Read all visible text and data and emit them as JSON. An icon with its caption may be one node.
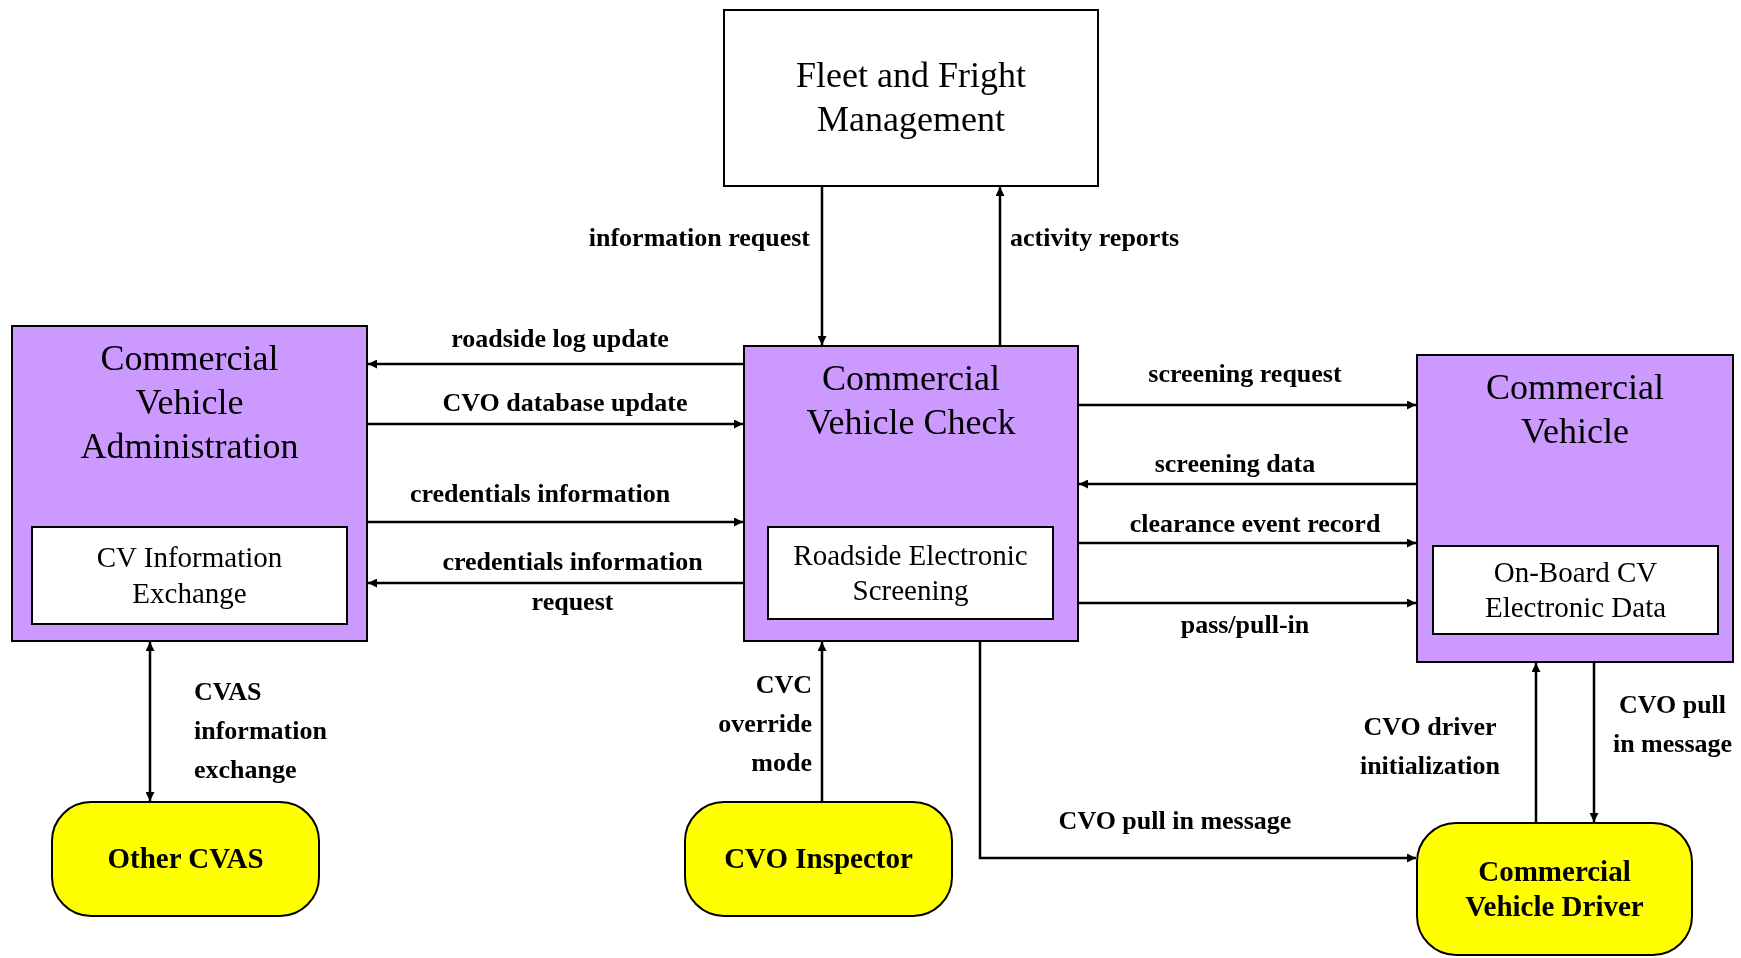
{
  "diagram": {
    "nodes": [
      {
        "text": [
          "Fleet and Fright Management"
        ]
      },
      {
        "text": [
          "Commercial Vehicle Administration"
        ]
      },
      {
        "text": [
          "CV Information Exchange"
        ],
        "in": 1
      },
      {
        "text": [
          "Commercial Vehicle Check"
        ]
      },
      {
        "text": [
          "Roadside Electronic Screening"
        ],
        "in": 3
      },
      {
        "text": [
          "Commercial Vehicle"
        ]
      },
      {
        "text": [
          "On-Board CV Electronic Data"
        ],
        "in": 5
      },
      {
        "text": [
          "Other CVAS"
        ]
      },
      {
        "text": [
          "CVO Inspector"
        ]
      },
      {
        "text": [
          "Commercial Vehicle Driver"
        ]
      }
    ],
    "edges": [
      {
        "from": 0,
        "to": 3,
        "arrow": "to",
        "label": "information request"
      },
      {
        "from": 3,
        "to": 0,
        "arrow": "to",
        "label": "activity reports"
      },
      {
        "from": 3,
        "to": 1,
        "arrow": "to",
        "label": "roadside log update"
      },
      {
        "from": 1,
        "to": 3,
        "arrow": "to",
        "label": "CVO database update"
      },
      {
        "from": 1,
        "to": 3,
        "arrow": "to",
        "label": "credentials information"
      },
      {
        "from": 3,
        "to": 1,
        "arrow": "to",
        "label": "credentials information request"
      },
      {
        "from": 3,
        "to": 5,
        "arrow": "to",
        "label": "screening request"
      },
      {
        "from": 5,
        "to": 3,
        "arrow": "to",
        "label": "screening data"
      },
      {
        "from": 3,
        "to": 5,
        "arrow": "to",
        "label": "clearance event record"
      },
      {
        "from": 3,
        "to": 5,
        "arrow": "to",
        "label": "pass/pull-in"
      },
      {
        "from": 1,
        "to": 7,
        "arrow": "both",
        "label": "CVAS information exchange"
      },
      {
        "from": 8,
        "to": 3,
        "arrow": "to",
        "label": "CVC override mode"
      },
      {
        "from": 3,
        "to": 9,
        "arrow": "to",
        "label": "CVO pull in message"
      },
      {
        "from": 9,
        "to": 5,
        "arrow": "to",
        "label": "CVO driver initialization"
      },
      {
        "from": 5,
        "to": 9,
        "arrow": "to",
        "label": "CVO pull in message"
      }
    ]
  }
}
